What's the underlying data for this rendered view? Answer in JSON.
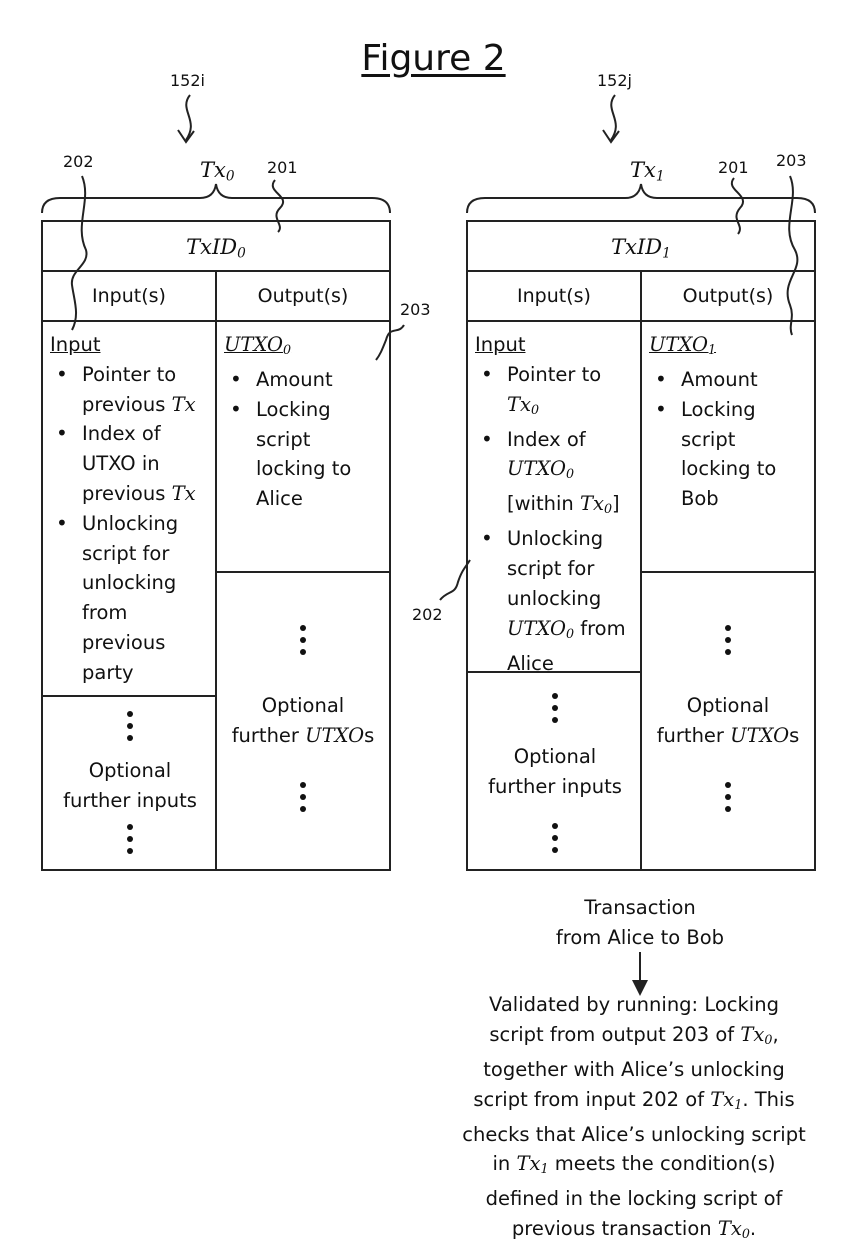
{
  "figure": {
    "title": "Figure 2"
  },
  "left": {
    "ref_top": "152i",
    "ref_input": "202",
    "ref_body": "201",
    "ref_output": "203",
    "tx_label": "Tx",
    "tx_sub": "0",
    "txid_label": "TxID",
    "txid_sub": "0",
    "header_inputs": "Input(s)",
    "header_outputs": "Output(s)",
    "input_title": "Input",
    "input_items": [
      {
        "a": "Pointer to",
        "b": "previous ",
        "b_it": "Tx"
      },
      {
        "a": "Index of",
        "b": "UTXO in",
        "c": "previous ",
        "c_it": "Tx"
      },
      {
        "a": "Unlocking",
        "b": "script for",
        "c": "unlocking",
        "d": "from",
        "e": "previous",
        "f": "party"
      }
    ],
    "output_title": "UTXO",
    "output_title_sub": "0",
    "output_items": [
      {
        "a": "Amount"
      },
      {
        "a": "Locking",
        "b": "script",
        "c": "locking to",
        "d": "Alice"
      }
    ],
    "further_inputs_1": "Optional",
    "further_inputs_2": "further inputs",
    "further_outputs_1": "Optional",
    "further_outputs_2a": "further ",
    "further_outputs_2_it": "UTXO",
    "further_outputs_2b": "s"
  },
  "right": {
    "ref_top": "152j",
    "ref_input": "202",
    "ref_body": "201",
    "ref_output": "203",
    "tx_label": "Tx",
    "tx_sub": "1",
    "txid_label": "TxID",
    "txid_sub": "1",
    "header_inputs": "Input(s)",
    "header_outputs": "Output(s)",
    "input_title": "Input",
    "input_items": [
      {
        "a": "Pointer to",
        "b_it": "Tx",
        "b_sub": "0"
      },
      {
        "a": "Index of",
        "b_it": "UTXO",
        "b_sub": "0",
        "c": "[within ",
        "c_it": "Tx",
        "c_sub": "0",
        "c_end": "]"
      },
      {
        "a": "Unlocking",
        "b": "script for",
        "c": "unlocking",
        "d_it": "UTXO",
        "d_sub": "0",
        "d_end": " from",
        "e": "Alice"
      }
    ],
    "output_title": "UTXO",
    "output_title_sub": "1",
    "output_items": [
      {
        "a": "Amount"
      },
      {
        "a": "Locking",
        "b": "script",
        "c": "locking to",
        "d": "Bob"
      }
    ],
    "further_inputs_1": "Optional",
    "further_inputs_2": "further inputs",
    "further_outputs_1": "Optional",
    "further_outputs_2a": "further ",
    "further_outputs_2_it": "UTXO",
    "further_outputs_2b": "s"
  },
  "transaction_caption_1": "Transaction",
  "transaction_caption_2": "from Alice to Bob",
  "validation": {
    "l1": "Validated by running: Locking",
    "l2a": "script from output 203 of ",
    "l2_it": "Tx",
    "l2_sub": "0",
    "l2_end": ",",
    "l3": "together with Alice’s unlocking",
    "l4a": "script from input 202 of ",
    "l4_it": "Tx",
    "l4_sub": "1",
    "l4_end": ". This",
    "l5": "checks that Alice’s unlocking script",
    "l6a": "in ",
    "l6_it": "Tx",
    "l6_sub": "1",
    "l6_end": " meets the condition(s)",
    "l7": "defined in the locking script of",
    "l8a": "previous transaction ",
    "l8_it": "Tx",
    "l8_sub": "0",
    "l8_end": "."
  }
}
